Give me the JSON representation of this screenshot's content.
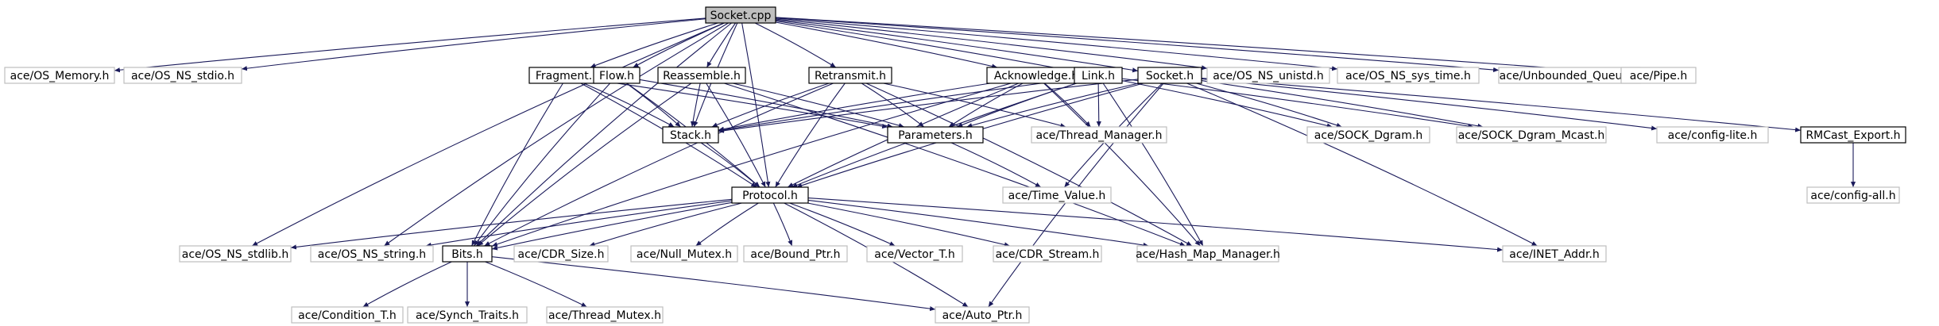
{
  "diagram": {
    "colors": {
      "edge": "#1a1a5a",
      "ext_border": "#bfbfbf",
      "root_fill": "#bfbfbf",
      "int_border": "#000000"
    },
    "nodes": [
      {
        "id": "socket_cpp",
        "label": "Socket.cpp",
        "kind": "root"
      },
      {
        "id": "os_memory",
        "label": "ace/OS_Memory.h",
        "kind": "ext"
      },
      {
        "id": "os_ns_stdio",
        "label": "ace/OS_NS_stdio.h",
        "kind": "ext"
      },
      {
        "id": "fragment",
        "label": "Fragment.h",
        "kind": "int"
      },
      {
        "id": "flow",
        "label": "Flow.h",
        "kind": "int"
      },
      {
        "id": "reassemble",
        "label": "Reassemble.h",
        "kind": "int"
      },
      {
        "id": "retransmit",
        "label": "Retransmit.h",
        "kind": "int"
      },
      {
        "id": "acknowledge",
        "label": "Acknowledge.h",
        "kind": "int"
      },
      {
        "id": "link",
        "label": "Link.h",
        "kind": "int"
      },
      {
        "id": "socket_h",
        "label": "Socket.h",
        "kind": "int"
      },
      {
        "id": "os_ns_unistd",
        "label": "ace/OS_NS_unistd.h",
        "kind": "ext"
      },
      {
        "id": "os_ns_sys_time",
        "label": "ace/OS_NS_sys_time.h",
        "kind": "ext"
      },
      {
        "id": "unbounded_queue",
        "label": "ace/Unbounded_Queue.h",
        "kind": "ext"
      },
      {
        "id": "pipe",
        "label": "ace/Pipe.h",
        "kind": "ext"
      },
      {
        "id": "stack",
        "label": "Stack.h",
        "kind": "int"
      },
      {
        "id": "parameters",
        "label": "Parameters.h",
        "kind": "int"
      },
      {
        "id": "thread_manager",
        "label": "ace/Thread_Manager.h",
        "kind": "ext"
      },
      {
        "id": "sock_dgram",
        "label": "ace/SOCK_Dgram.h",
        "kind": "ext"
      },
      {
        "id": "sock_dgram_mcast",
        "label": "ace/SOCK_Dgram_Mcast.h",
        "kind": "ext"
      },
      {
        "id": "config_lite",
        "label": "ace/config-lite.h",
        "kind": "ext"
      },
      {
        "id": "rmcast_export",
        "label": "RMCast_Export.h",
        "kind": "int"
      },
      {
        "id": "protocol",
        "label": "Protocol.h",
        "kind": "int"
      },
      {
        "id": "time_value",
        "label": "ace/Time_Value.h",
        "kind": "ext"
      },
      {
        "id": "config_all",
        "label": "ace/config-all.h",
        "kind": "ext"
      },
      {
        "id": "os_ns_stdlib",
        "label": "ace/OS_NS_stdlib.h",
        "kind": "ext"
      },
      {
        "id": "os_ns_string",
        "label": "ace/OS_NS_string.h",
        "kind": "ext"
      },
      {
        "id": "bits",
        "label": "Bits.h",
        "kind": "int"
      },
      {
        "id": "cdr_size",
        "label": "ace/CDR_Size.h",
        "kind": "ext"
      },
      {
        "id": "null_mutex",
        "label": "ace/Null_Mutex.h",
        "kind": "ext"
      },
      {
        "id": "bound_ptr",
        "label": "ace/Bound_Ptr.h",
        "kind": "ext"
      },
      {
        "id": "vector_t",
        "label": "ace/Vector_T.h",
        "kind": "ext"
      },
      {
        "id": "cdr_stream",
        "label": "ace/CDR_Stream.h",
        "kind": "ext"
      },
      {
        "id": "hash_map_manager",
        "label": "ace/Hash_Map_Manager.h",
        "kind": "ext"
      },
      {
        "id": "inet_addr",
        "label": "ace/INET_Addr.h",
        "kind": "ext"
      },
      {
        "id": "condition_t",
        "label": "ace/Condition_T.h",
        "kind": "ext"
      },
      {
        "id": "synch_traits",
        "label": "ace/Synch_Traits.h",
        "kind": "ext"
      },
      {
        "id": "thread_mutex",
        "label": "ace/Thread_Mutex.h",
        "kind": "ext"
      },
      {
        "id": "auto_ptr",
        "label": "ace/Auto_Ptr.h",
        "kind": "ext"
      }
    ],
    "edges": [
      [
        "socket_cpp",
        "os_memory"
      ],
      [
        "socket_cpp",
        "os_ns_stdio"
      ],
      [
        "socket_cpp",
        "fragment"
      ],
      [
        "socket_cpp",
        "flow"
      ],
      [
        "socket_cpp",
        "reassemble"
      ],
      [
        "socket_cpp",
        "retransmit"
      ],
      [
        "socket_cpp",
        "acknowledge"
      ],
      [
        "socket_cpp",
        "link"
      ],
      [
        "socket_cpp",
        "socket_h"
      ],
      [
        "socket_cpp",
        "os_ns_unistd"
      ],
      [
        "socket_cpp",
        "os_ns_sys_time"
      ],
      [
        "socket_cpp",
        "unbounded_queue"
      ],
      [
        "socket_cpp",
        "pipe"
      ],
      [
        "socket_cpp",
        "stack"
      ],
      [
        "socket_cpp",
        "protocol"
      ],
      [
        "socket_cpp",
        "bits"
      ],
      [
        "socket_cpp",
        "os_ns_stdlib"
      ],
      [
        "socket_cpp",
        "os_ns_string"
      ],
      [
        "fragment",
        "stack"
      ],
      [
        "fragment",
        "protocol"
      ],
      [
        "fragment",
        "bits"
      ],
      [
        "fragment",
        "parameters"
      ],
      [
        "flow",
        "stack"
      ],
      [
        "flow",
        "protocol"
      ],
      [
        "flow",
        "bits"
      ],
      [
        "flow",
        "parameters"
      ],
      [
        "reassemble",
        "stack"
      ],
      [
        "reassemble",
        "protocol"
      ],
      [
        "reassemble",
        "bits"
      ],
      [
        "reassemble",
        "parameters"
      ],
      [
        "reassemble",
        "hash_map_manager"
      ],
      [
        "retransmit",
        "stack"
      ],
      [
        "retransmit",
        "protocol"
      ],
      [
        "retransmit",
        "bits"
      ],
      [
        "retransmit",
        "parameters"
      ],
      [
        "retransmit",
        "thread_manager"
      ],
      [
        "retransmit",
        "hash_map_manager"
      ],
      [
        "acknowledge",
        "stack"
      ],
      [
        "acknowledge",
        "protocol"
      ],
      [
        "acknowledge",
        "bits"
      ],
      [
        "acknowledge",
        "parameters"
      ],
      [
        "acknowledge",
        "thread_manager"
      ],
      [
        "acknowledge",
        "hash_map_manager"
      ],
      [
        "link",
        "stack"
      ],
      [
        "link",
        "protocol"
      ],
      [
        "link",
        "parameters"
      ],
      [
        "link",
        "thread_manager"
      ],
      [
        "link",
        "sock_dgram"
      ],
      [
        "link",
        "sock_dgram_mcast"
      ],
      [
        "link",
        "hash_map_manager"
      ],
      [
        "socket_h",
        "stack"
      ],
      [
        "socket_h",
        "parameters"
      ],
      [
        "socket_h",
        "protocol"
      ],
      [
        "socket_h",
        "sock_dgram"
      ],
      [
        "socket_h",
        "sock_dgram_mcast"
      ],
      [
        "socket_h",
        "config_lite"
      ],
      [
        "socket_h",
        "rmcast_export"
      ],
      [
        "socket_h",
        "time_value"
      ],
      [
        "socket_h",
        "inet_addr"
      ],
      [
        "socket_h",
        "auto_ptr"
      ],
      [
        "stack",
        "protocol"
      ],
      [
        "parameters",
        "time_value"
      ],
      [
        "rmcast_export",
        "config_all"
      ],
      [
        "protocol",
        "os_ns_stdlib"
      ],
      [
        "protocol",
        "os_ns_string"
      ],
      [
        "protocol",
        "bits"
      ],
      [
        "protocol",
        "cdr_size"
      ],
      [
        "protocol",
        "null_mutex"
      ],
      [
        "protocol",
        "bound_ptr"
      ],
      [
        "protocol",
        "vector_t"
      ],
      [
        "protocol",
        "cdr_stream"
      ],
      [
        "protocol",
        "hash_map_manager"
      ],
      [
        "protocol",
        "inet_addr"
      ],
      [
        "protocol",
        "auto_ptr"
      ],
      [
        "bits",
        "condition_t"
      ],
      [
        "bits",
        "synch_traits"
      ],
      [
        "bits",
        "thread_mutex"
      ],
      [
        "bits",
        "auto_ptr"
      ]
    ]
  }
}
